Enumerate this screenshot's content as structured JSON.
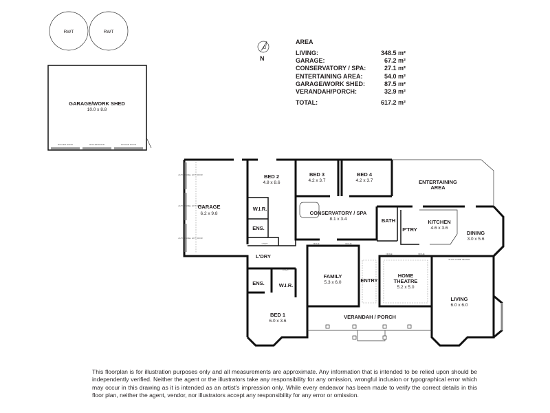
{
  "tanks": [
    "RWT",
    "RWT"
  ],
  "compass": {
    "label": "N"
  },
  "area": {
    "heading": "AREA",
    "rows": [
      {
        "label": "LIVING:",
        "value": "348.5 m²"
      },
      {
        "label": "GARAGE:",
        "value": "67.2 m²"
      },
      {
        "label": "CONSERVATORY / SPA:",
        "value": "27.1 m²"
      },
      {
        "label": "ENTERTAINING AREA:",
        "value": "54.0 m²"
      },
      {
        "label": "GARAGE/WORK SHED:",
        "value": "87.5 m²"
      },
      {
        "label": "VERANDAH/PORCH:",
        "value": "32.9 m²"
      }
    ],
    "total": {
      "label": "TOTAL:",
      "value": "617.2 m²"
    }
  },
  "shed": {
    "name": "GARAGE/WORK SHED",
    "dims": "10.0 x 8.8",
    "door_label": "ROLLER DOOR"
  },
  "rooms": {
    "garage": {
      "name": "GARAGE",
      "dims": "6.2 x 9.8"
    },
    "garage_door_label": "AUTO PANEL LIFT DOOR",
    "bed2": {
      "name": "BED 2",
      "dims": "4.8 x 8.6"
    },
    "wir1": {
      "name": "W.I.R."
    },
    "ens1": {
      "name": "ENS."
    },
    "bed3": {
      "name": "BED 3",
      "dims": "4.2 x 3.7"
    },
    "bed4": {
      "name": "BED 4",
      "dims": "4.2 x 3.7"
    },
    "conservatory": {
      "name": "CONSERVATORY / SPA",
      "dims": "8.1 x 3.4"
    },
    "entertaining": {
      "name1": "ENTERTAINING",
      "name2": "AREA"
    },
    "bath": {
      "name": "BATH"
    },
    "pantry": {
      "name": "P'TRY"
    },
    "kitchen": {
      "name": "KITCHEN",
      "dims": "4.6 x 3.6"
    },
    "dining": {
      "name": "DINING",
      "dims": "3.0 x 5.6"
    },
    "laundry": {
      "name": "L'DRY"
    },
    "ens2": {
      "name": "ENS."
    },
    "wir2": {
      "name": "W.I.R."
    },
    "bed1": {
      "name": "BED 1",
      "dims": "6.0 x 3.6"
    },
    "family": {
      "name": "FAMILY",
      "dims": "5.3 x 6.0"
    },
    "entry": {
      "name": "ENTRY"
    },
    "theatre": {
      "name1": "HOME",
      "name2": "THEATRE",
      "dims": "5.2 x 5.0"
    },
    "living": {
      "name": "LIVING",
      "dims": "6.0 x 6.0"
    },
    "verandah": {
      "name": "VERANDAH / PORCH"
    },
    "linen": "LINEN",
    "niche": "NICHE",
    "heater": "SLOW COMB HEATER"
  },
  "disclaimer": "This floorplan is for illustration purposes only and all measurements are approximate. Any information that is intended to be relied upon should be independently verified. Neither the agent or the illustrators take any responsibility for any omission, wrongful inclusion or typographical error which may occur in this drawing as it is intended as an artist's impression only. While every endeavor has been made to verify the correct details in this floor plan, neither the agent, vendor, nor illustrators accept any responsibility for any error or omission."
}
